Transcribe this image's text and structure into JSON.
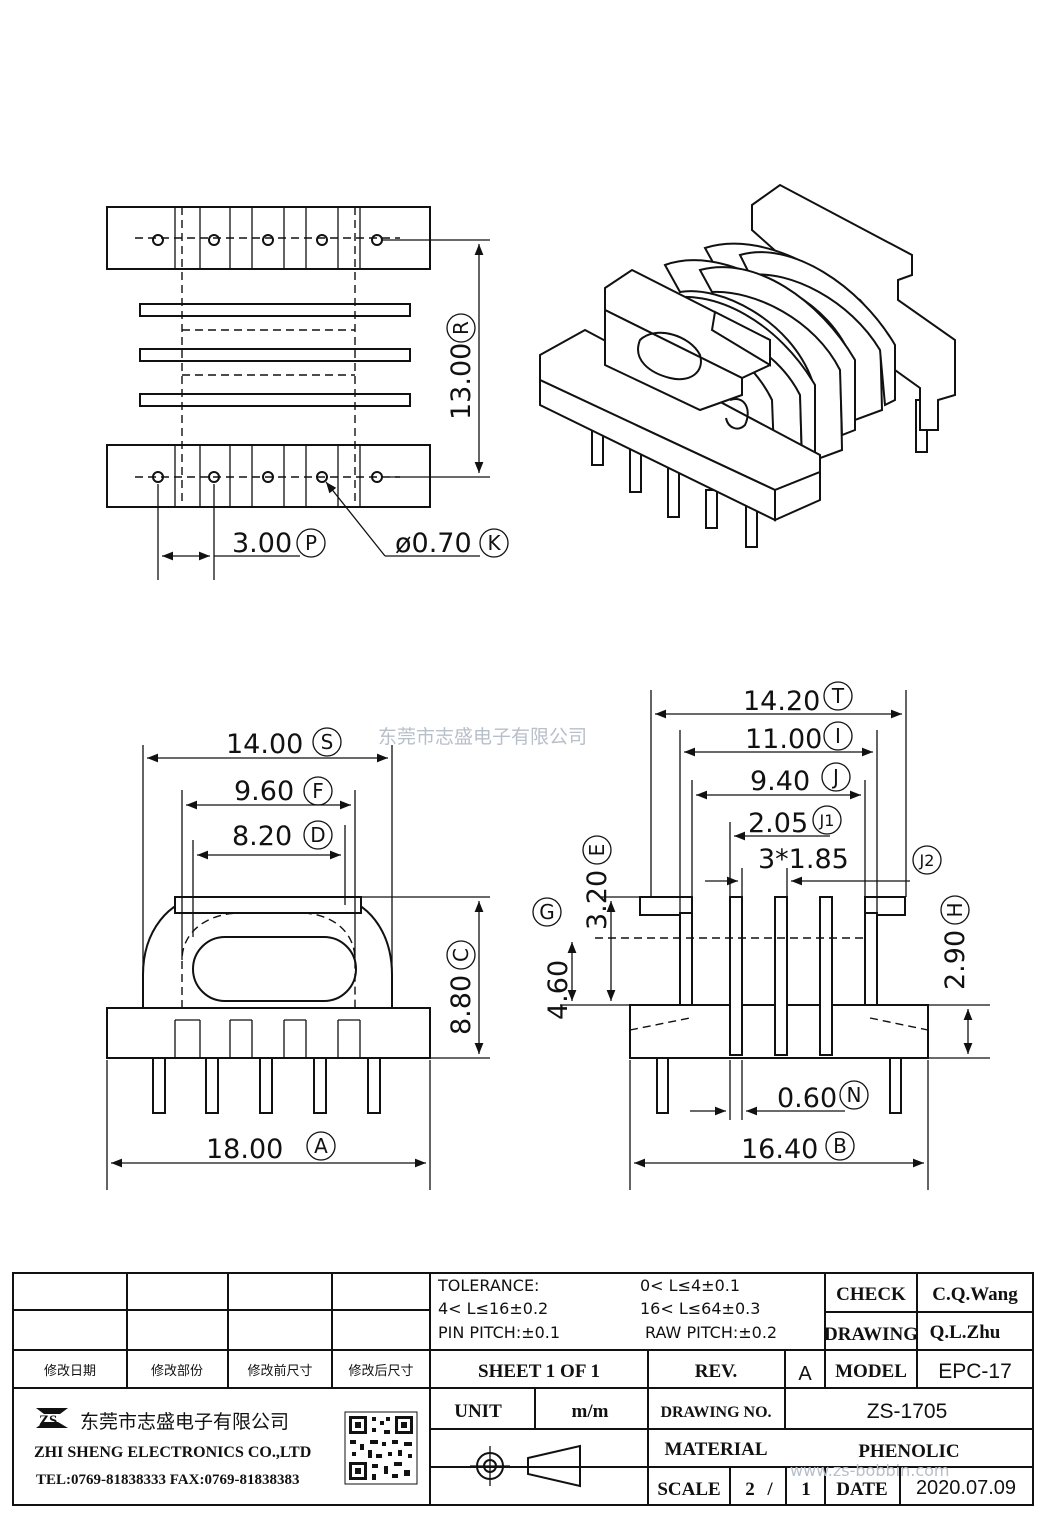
{
  "watermark": "东莞市志盛电子有限公司",
  "top_view": {
    "dim_height": "13.00",
    "dim_height_tag": "R",
    "dim_pitch": "3.00",
    "dim_pitch_tag": "P",
    "dim_hole": "ø0.70",
    "dim_hole_tag": "K"
  },
  "front_view": {
    "dim_overall": "14.00",
    "dim_overall_tag": "S",
    "dim_f": "9.60",
    "dim_f_tag": "F",
    "dim_d": "8.20",
    "dim_d_tag": "D",
    "dim_height": "8.80",
    "dim_height_tag": "C",
    "dim_base": "18.00",
    "dim_base_tag": "A"
  },
  "side_view": {
    "dim_t": "14.20",
    "dim_t_tag": "T",
    "dim_i": "11.00",
    "dim_i_tag": "I",
    "dim_j": "9.40",
    "dim_j_tag": "J",
    "dim_j1": "2.05",
    "dim_j1_tag": "J1",
    "dim_j2": "3*1.85",
    "dim_j2_tag": "J2",
    "dim_e": "3.20",
    "dim_e_tag": "E",
    "dim_g": "4.60",
    "dim_g_tag": "G",
    "dim_h": "2.90",
    "dim_h_tag": "H",
    "dim_n": "0.60",
    "dim_n_tag": "N",
    "dim_b": "16.40",
    "dim_b_tag": "B"
  },
  "title_block": {
    "revision_headers": [
      "修改日期",
      "修改部份",
      "修改前尺寸",
      "修改后尺寸"
    ],
    "tolerance_label": "TOLERANCE:",
    "tol_1": "0< L≤4±0.1",
    "tol_2": "4< L≤16±0.2",
    "tol_3": "16< L≤64±0.3",
    "tol_4": "PIN PITCH:±0.1",
    "tol_5": "RAW PITCH:±0.2",
    "check_label": "CHECK",
    "check_value": "C.Q.Wang",
    "drawing_label": "DRAWING",
    "drawing_value": "Q.L.Zhu",
    "sheet": "SHEET 1 OF 1",
    "rev_label": "REV.",
    "rev_value": "A",
    "model_label": "MODEL",
    "model_value": "EPC-17",
    "unit_label": "UNIT",
    "unit_value": "m/m",
    "drawing_no_label": "DRAWING NO.",
    "drawing_no_value": "ZS-1705",
    "material_label": "MATERIAL",
    "material_value": "PHENOLIC",
    "scale_label": "SCALE",
    "scale_num": "2",
    "scale_sep": "/",
    "scale_den": "1",
    "date_label": "DATE",
    "date_value": "2020.07.09",
    "company_cn": "东莞市志盛电子有限公司",
    "company_en": "ZHI SHENG ELECTRONICS CO.,LTD",
    "company_tel": "TEL:0769-81838333 FAX:0769-81838383",
    "logo_text": "ZS",
    "site_watermark": "www.zs-bobbin.com"
  }
}
